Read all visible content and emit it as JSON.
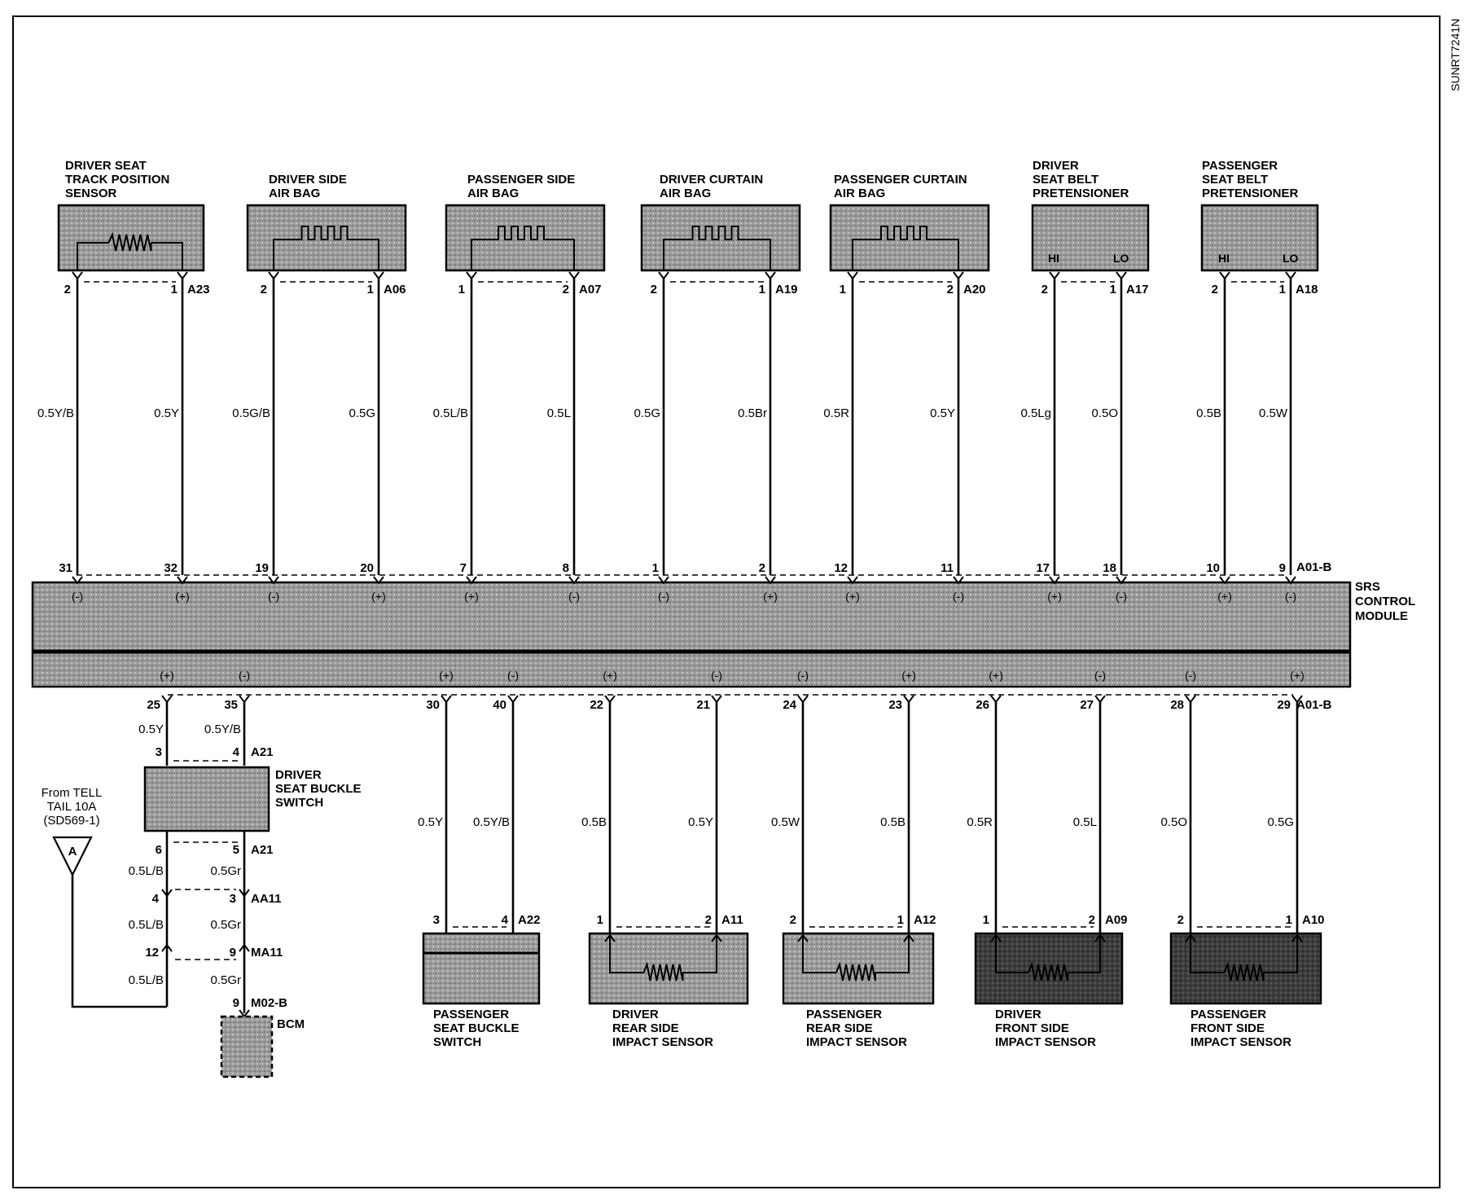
{
  "page_code": "SUNRT7241N",
  "srs_module": {
    "label": [
      "SRS",
      "CONTROL",
      "MODULE"
    ],
    "top_connector": "A01-B",
    "bottom_connector": "A01-B"
  },
  "top_components": [
    {
      "id": "driver-seat-track-position-sensor",
      "label": [
        "DRIVER SEAT",
        "TRACK POSITION",
        "SENSOR"
      ],
      "symbol": "resistor",
      "connector": "A23",
      "pins": [
        "2",
        "1"
      ],
      "wires": [
        "0.5Y/B",
        "0.5Y"
      ],
      "module_pins": [
        "31",
        "32"
      ],
      "module_polarity": [
        "(-)",
        "(+)"
      ]
    },
    {
      "id": "driver-side-air-bag",
      "label": [
        "DRIVER SIDE",
        "AIR BAG"
      ],
      "symbol": "squib",
      "connector": "A06",
      "pins": [
        "2",
        "1"
      ],
      "wires": [
        "0.5G/B",
        "0.5G"
      ],
      "module_pins": [
        "19",
        "20"
      ],
      "module_polarity": [
        "(-)",
        "(+)"
      ]
    },
    {
      "id": "passenger-side-air-bag",
      "label": [
        "PASSENGER SIDE",
        "AIR BAG"
      ],
      "symbol": "squib",
      "connector": "A07",
      "pins": [
        "1",
        "2"
      ],
      "wires": [
        "0.5L/B",
        "0.5L"
      ],
      "module_pins": [
        "7",
        "8"
      ],
      "module_polarity": [
        "(+)",
        "(-)"
      ]
    },
    {
      "id": "driver-curtain-air-bag",
      "label": [
        "DRIVER CURTAIN",
        "AIR BAG"
      ],
      "symbol": "squib",
      "connector": "A19",
      "pins": [
        "2",
        "1"
      ],
      "wires": [
        "0.5G",
        "0.5Br"
      ],
      "module_pins": [
        "1",
        "2"
      ],
      "module_polarity": [
        "(-)",
        "(+)"
      ]
    },
    {
      "id": "passenger-curtain-air-bag",
      "label": [
        "PASSENGER CURTAIN",
        "AIR BAG"
      ],
      "symbol": "squib",
      "connector": "A20",
      "pins": [
        "1",
        "2"
      ],
      "wires": [
        "0.5R",
        "0.5Y"
      ],
      "module_pins": [
        "12",
        "11"
      ],
      "module_polarity": [
        "(+)",
        "(-)"
      ]
    },
    {
      "id": "driver-seat-belt-pretensioner",
      "label": [
        "DRIVER",
        "SEAT BELT",
        "PRETENSIONER"
      ],
      "symbol": "pretensioner",
      "symbol_text": [
        "HI",
        "LO"
      ],
      "connector": "A17",
      "pins": [
        "2",
        "1"
      ],
      "wires": [
        "0.5Lg",
        "0.5O"
      ],
      "module_pins": [
        "17",
        "18"
      ],
      "module_polarity": [
        "(+)",
        "(-)"
      ]
    },
    {
      "id": "passenger-seat-belt-pretensioner",
      "label": [
        "PASSENGER",
        "SEAT BELT",
        "PRETENSIONER"
      ],
      "symbol": "pretensioner",
      "symbol_text": [
        "HI",
        "LO"
      ],
      "connector": "A18",
      "pins": [
        "2",
        "1"
      ],
      "wires": [
        "0.5B",
        "0.5W"
      ],
      "module_pins": [
        "10",
        "9"
      ],
      "module_polarity": [
        "(+)",
        "(-)"
      ]
    }
  ],
  "bottom_left": {
    "module_pins": [
      "25",
      "35"
    ],
    "module_polarity": [
      "(+)",
      "(-)"
    ],
    "wires_to_switch": [
      "0.5Y",
      "0.5Y/B"
    ],
    "switch_label": [
      "DRIVER",
      "SEAT BUCKLE",
      "SWITCH"
    ],
    "switch_connector": "A21",
    "switch_top_pins": [
      "3",
      "4"
    ],
    "switch_bottom_pins": [
      "6",
      "5"
    ],
    "wires_1": [
      "0.5L/B",
      "0.5Gr"
    ],
    "conn_aa11": {
      "name": "AA11",
      "pins": [
        "4",
        "3"
      ]
    },
    "wires_2": [
      "0.5L/B",
      "0.5Gr"
    ],
    "conn_ma11": {
      "name": "MA11",
      "pins": [
        "12",
        "9"
      ]
    },
    "wires_3": [
      "0.5L/B",
      "0.5Gr"
    ],
    "bcm_pin": "9",
    "bcm_connector": "M02-B",
    "bcm_label": "BCM",
    "from_text": [
      "From TELL",
      "TAIL 10A",
      "(SD569-1)"
    ],
    "ref_letter": "A"
  },
  "bottom_components": [
    {
      "id": "passenger-seat-buckle-switch",
      "label": [
        "PASSENGER",
        "SEAT BUCKLE",
        "SWITCH"
      ],
      "symbol": "switch",
      "connector": "A22",
      "pins": [
        "3",
        "4"
      ],
      "wires": [
        "0.5Y",
        "0.5Y/B"
      ],
      "module_pins": [
        "30",
        "40"
      ],
      "module_polarity": [
        "(+)",
        "(-)"
      ]
    },
    {
      "id": "driver-rear-side-impact-sensor",
      "label": [
        "DRIVER",
        "REAR SIDE",
        "IMPACT SENSOR"
      ],
      "symbol": "sensor",
      "connector": "A11",
      "pins": [
        "1",
        "2"
      ],
      "wires": [
        "0.5B",
        "0.5Y"
      ],
      "module_pins": [
        "22",
        "21"
      ],
      "module_polarity": [
        "(+)",
        "(-)"
      ]
    },
    {
      "id": "passenger-rear-side-impact-sensor",
      "label": [
        "PASSENGER",
        "REAR SIDE",
        "IMPACT SENSOR"
      ],
      "symbol": "sensor",
      "connector": "A12",
      "pins": [
        "2",
        "1"
      ],
      "wires": [
        "0.5W",
        "0.5B"
      ],
      "module_pins": [
        "24",
        "23"
      ],
      "module_polarity": [
        "(-)",
        "(+)"
      ]
    },
    {
      "id": "driver-front-side-impact-sensor",
      "label": [
        "DRIVER",
        "FRONT SIDE",
        "IMPACT SENSOR"
      ],
      "symbol": "sensor-dark",
      "connector": "A09",
      "pins": [
        "1",
        "2"
      ],
      "wires": [
        "0.5R",
        "0.5L"
      ],
      "module_pins": [
        "26",
        "27"
      ],
      "module_polarity": [
        "(+)",
        "(-)"
      ]
    },
    {
      "id": "passenger-front-side-impact-sensor",
      "label": [
        "PASSENGER",
        "FRONT SIDE",
        "IMPACT SENSOR"
      ],
      "symbol": "sensor-dark",
      "connector": "A10",
      "pins": [
        "2",
        "1"
      ],
      "wires": [
        "0.5O",
        "0.5G"
      ],
      "module_pins": [
        "28",
        "29"
      ],
      "module_polarity": [
        "(-)",
        "(+)"
      ]
    }
  ]
}
